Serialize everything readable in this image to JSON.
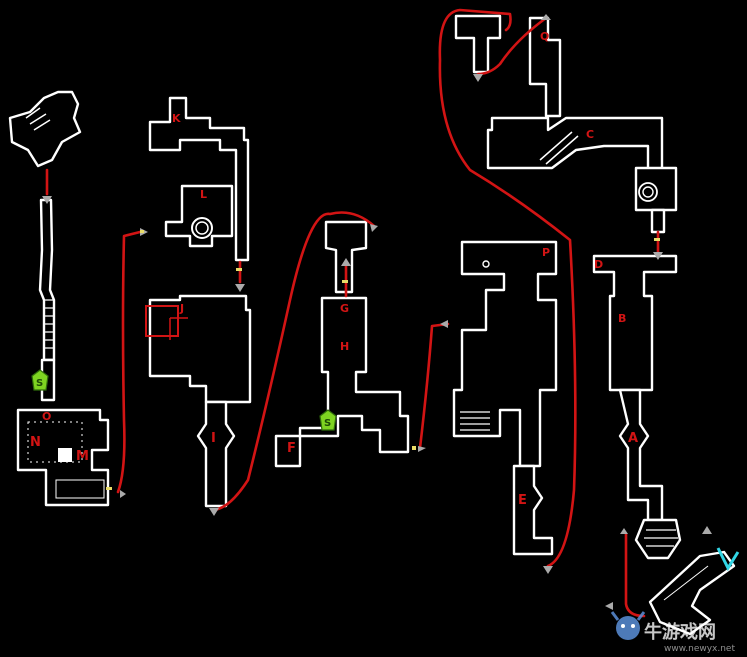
{
  "map": {
    "labels": {
      "A": "A",
      "B": "B",
      "C": "C",
      "D": "D",
      "E": "E",
      "F": "F",
      "G": "G",
      "H": "H",
      "I": "I",
      "J": "J",
      "K": "K",
      "L": "L",
      "M": "M",
      "N": "N",
      "O": "O",
      "P": "P",
      "Q": "Q",
      "V": "V"
    },
    "save_label": "S",
    "colors": {
      "wall": "#ffffff",
      "route": "#d21414",
      "save": "#7ed321",
      "exit": "#33d6e6",
      "background": "#000000"
    }
  },
  "watermark": {
    "title": "牛游戏网",
    "url": "www.newyx.net"
  }
}
